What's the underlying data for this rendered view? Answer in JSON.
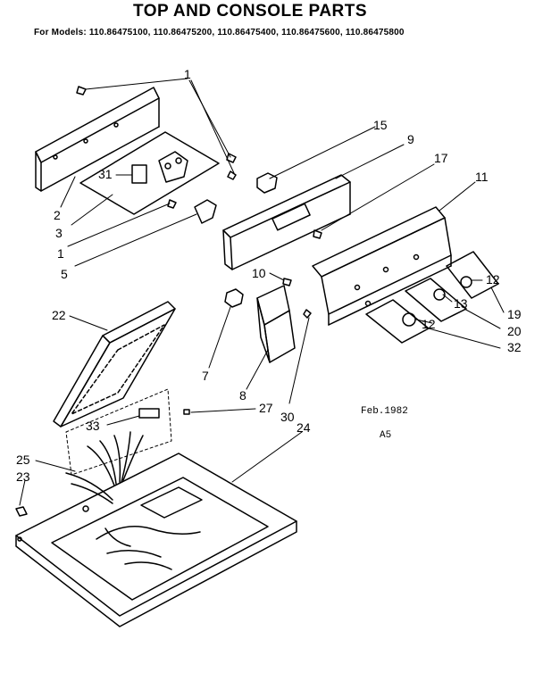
{
  "title": "TOP AND CONSOLE PARTS",
  "models": "For Models: 110.86475100, 110.86475200, 110.86475400, 110.86475600, 110.86475800",
  "date": "Feb.1982",
  "revision": "A5",
  "callouts": {
    "c1": "1",
    "c15": "15",
    "c9": "9",
    "c17": "17",
    "c11": "11",
    "c31": "31",
    "c2": "2",
    "c3": "3",
    "c1b": "1",
    "c5": "5",
    "c10": "10",
    "c12a": "12",
    "c13": "13",
    "c19": "19",
    "c20": "20",
    "c12b": "12",
    "c32": "32",
    "c22": "22",
    "c7": "7",
    "c8": "8",
    "c27": "27",
    "c30": "30",
    "c24": "24",
    "c33": "33",
    "c25": "25",
    "c23": "23"
  }
}
